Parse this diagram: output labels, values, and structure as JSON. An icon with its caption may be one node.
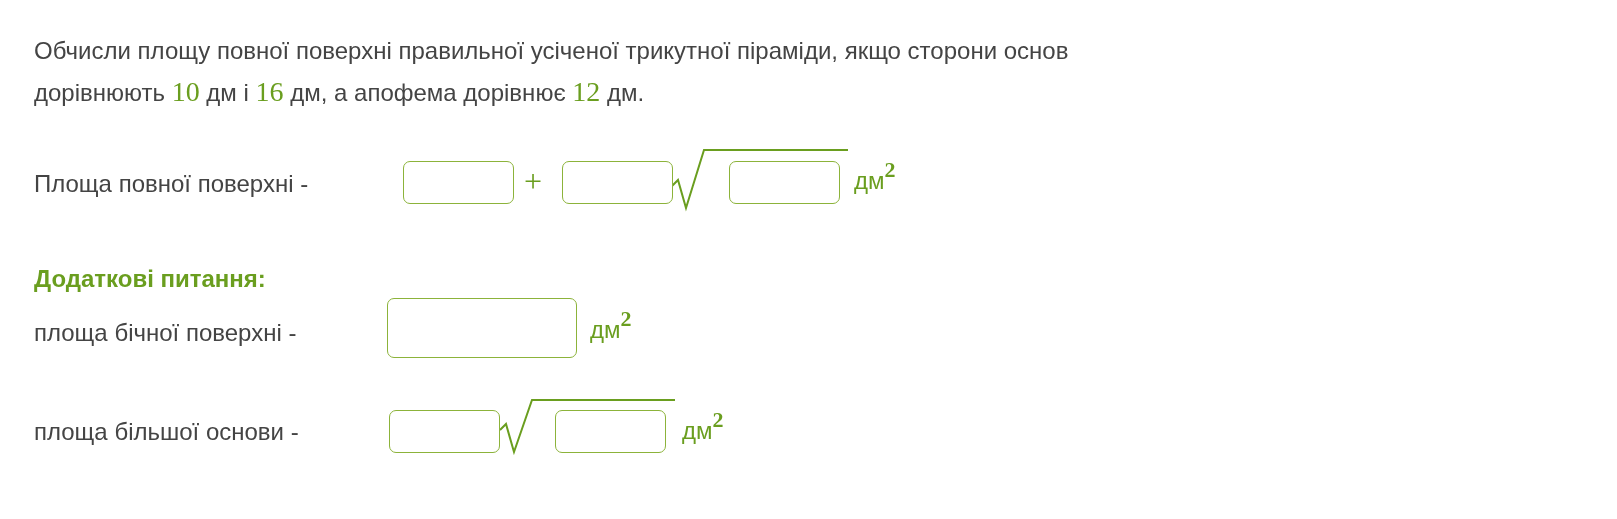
{
  "diagram": {
    "nodes": [
      {
        "text": [],
        "shape": "box"
      },
      {
        "text": [],
        "shape": "box"
      },
      {
        "text": [],
        "shape": "box"
      },
      {
        "text": [],
        "shape": "box"
      },
      {
        "text": [],
        "shape": "box"
      },
      {
        "text": [],
        "shape": "box"
      }
    ],
    "labels": [
      "Обчисли площу повної поверхні правильної усіченої трикутної піраміди, якщо сторони основ дорівнюють 10 дм і 16 дм, а апофема дорівнює 12 дм.",
      "Площа повної поверхні -",
      "+",
      "дм$^{2}$",
      "Додаткові питання:",
      "площа бічної поверхні -",
      "дм$^{2}$",
      "площа більшої основи -",
      "дм$^{2}$"
    ]
  }
}
